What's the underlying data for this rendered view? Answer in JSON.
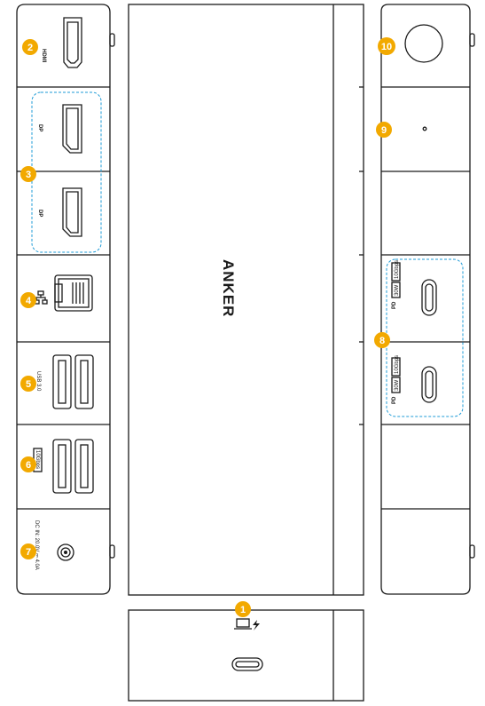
{
  "brand": {
    "logo_text": "ANKER"
  },
  "ports": {
    "hdmi_label": "HDMI",
    "dp_label": "DP",
    "usb_label": "USB 3.0",
    "usb_data_label": "10Gbps",
    "dc_label": "DC IN: 20.0V ⎓ 4.0A",
    "pd_label": "PD",
    "pd_upper_specs": [
      "30W",
      "10Gbps"
    ],
    "pd_lower_specs": [
      "30W",
      "10Gbps"
    ]
  },
  "callouts": [
    "1",
    "2",
    "3",
    "4",
    "5",
    "6",
    "7",
    "8",
    "9",
    "10"
  ],
  "colors": {
    "badge": "#f2a900",
    "dash": "#1e9bd7",
    "line": "#1a1a1a"
  },
  "icons": [
    "hdmi-port-icon",
    "displayport-icon",
    "ethernet-port-icon",
    "usb-a-port-icon",
    "dc-jack-icon",
    "usb-c-port-icon",
    "power-button-icon",
    "laptop-charge-icon",
    "network-icon"
  ]
}
